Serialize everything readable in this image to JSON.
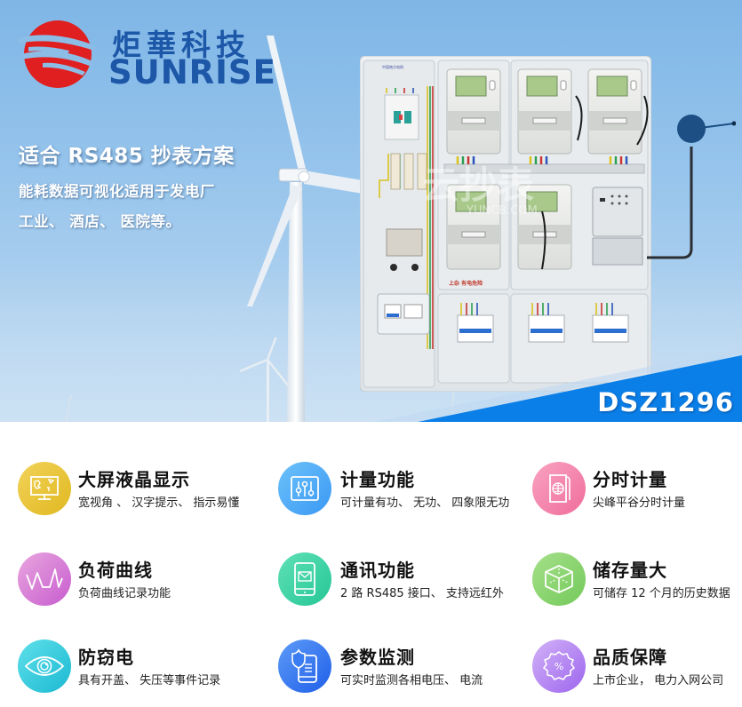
{
  "brand": {
    "name_cn": "炬華科技",
    "name_en": "SUNRISE",
    "colors": {
      "logo_red": "#e02020",
      "logo_blue": "#1d57a8"
    }
  },
  "hero": {
    "title": "适合 RS485 抄表方案",
    "lines": [
      "能耗数据可视化适用于发电厂",
      "工业、 酒店、 医院等。"
    ],
    "model": "DSZ1296",
    "watermark": {
      "cn": "云抄表",
      "en": "YUNCB.COM"
    },
    "cabinet_label": "上杂 有电危险",
    "colors": {
      "ribbon": "#0a7fe8",
      "sky_top": "#7fb6e6",
      "sky_bottom": "#bcd7ef"
    }
  },
  "features": [
    {
      "icon": "monitor-map-icon",
      "title": "大屏液晶显示",
      "desc": "宽视角 、 汉字提示、 指示易懂",
      "color_from": "#f2d35a",
      "color_to": "#e0b820"
    },
    {
      "icon": "sliders-icon",
      "title": "计量功能",
      "desc": "可计量有功、 无功、 四象限无功",
      "color_from": "#6cc2fb",
      "color_to": "#3a98f3"
    },
    {
      "icon": "globe-document-icon",
      "title": "分时计量",
      "desc": "尖峰平谷分时计量",
      "color_from": "#f9a3c1",
      "color_to": "#ef6d9b"
    },
    {
      "icon": "load-curve-icon",
      "title": "负荷曲线",
      "desc": "负荷曲线记录功能",
      "color_from": "#e9a6de",
      "color_to": "#c75ccf"
    },
    {
      "icon": "phone-mail-icon",
      "title": "通讯功能",
      "desc": "2 路 RS485 接口、 支持远红外",
      "color_from": "#5fe0b6",
      "color_to": "#25c795"
    },
    {
      "icon": "cube-icon",
      "title": "储存量大",
      "desc": "可储存 12 个月的历史数据",
      "color_from": "#a6e08a",
      "color_to": "#73c95a"
    },
    {
      "icon": "eye-icon",
      "title": "防窃电",
      "desc": "具有开盖、 失压等事件记录",
      "color_from": "#5ee0ea",
      "color_to": "#1cb9d2"
    },
    {
      "icon": "shield-phone-icon",
      "title": "参数监测",
      "desc": "可实时监测各相电压、 电流",
      "color_from": "#5d9bf8",
      "color_to": "#1f5fe8"
    },
    {
      "icon": "discount-badge-icon",
      "title": "品质保障",
      "desc": "上市企业， 电力入网公司",
      "color_from": "#d2b2f7",
      "color_to": "#9d65ee"
    }
  ]
}
